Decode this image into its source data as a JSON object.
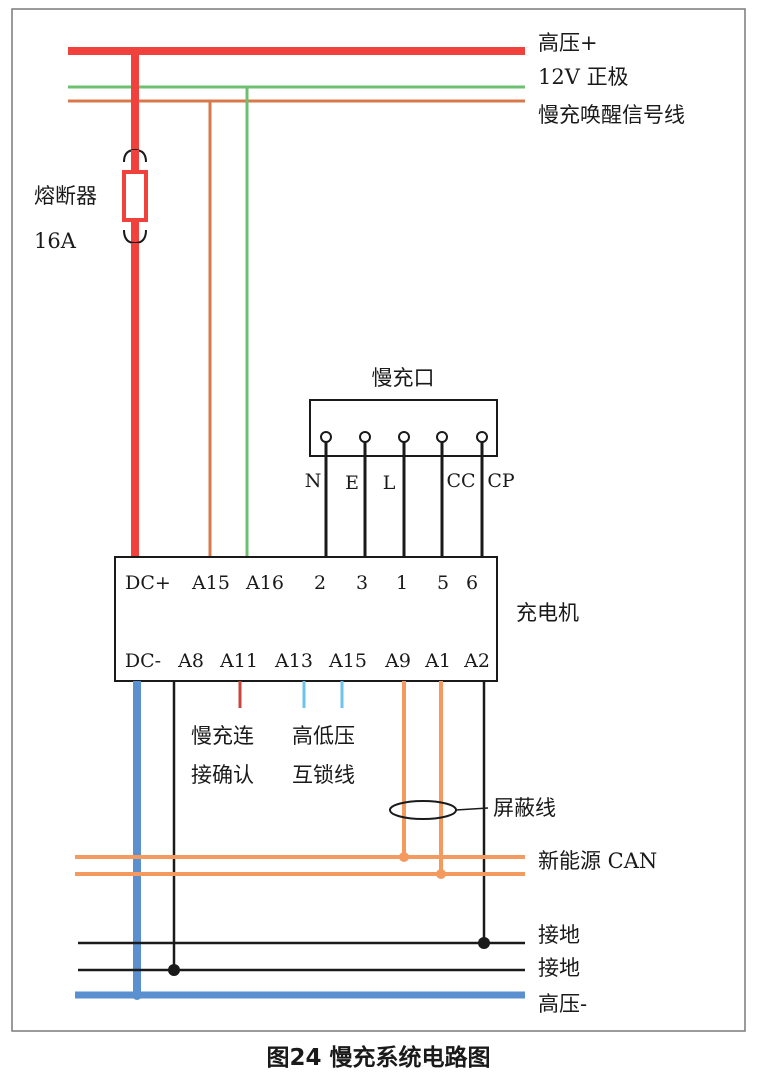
{
  "colors": {
    "high_voltage_pos": "#f0413c",
    "v12_positive": "#6cc070",
    "wake_signal": "#d9784a",
    "high_voltage_neg": "#5a8fd0",
    "can": "#f59a5e",
    "interlock": "#6ec3ee",
    "confirm": "#c8443c",
    "ground": "#1a1a1a",
    "frame": "#7a7a7a"
  },
  "buses": {
    "hv_pos": "高压+",
    "v12_pos": "12V 正极",
    "slow_wake": "慢充唤醒信号线",
    "can": "新能源 CAN",
    "ground1": "接地",
    "ground2": "接地",
    "hv_neg": "高压-"
  },
  "fuse": {
    "name": "熔断器",
    "rating": "16A"
  },
  "port": {
    "title": "慢充口",
    "pins": [
      "N",
      "E",
      "L",
      "CC",
      "CP"
    ]
  },
  "charger": {
    "title": "充电机",
    "top_pins": [
      "DC+",
      "A15",
      "A16",
      "2",
      "3",
      "1",
      "5",
      "6"
    ],
    "bottom_pins": [
      "DC-",
      "A8",
      "A11",
      "A13",
      "A15",
      "A9",
      "A1",
      "A2"
    ]
  },
  "notes": {
    "confirm_l1": "慢充连",
    "confirm_l2": "接确认",
    "interlock_l1": "高低压",
    "interlock_l2": "互锁线",
    "shield": "屏蔽线"
  },
  "caption": "图24 慢充系统电路图"
}
